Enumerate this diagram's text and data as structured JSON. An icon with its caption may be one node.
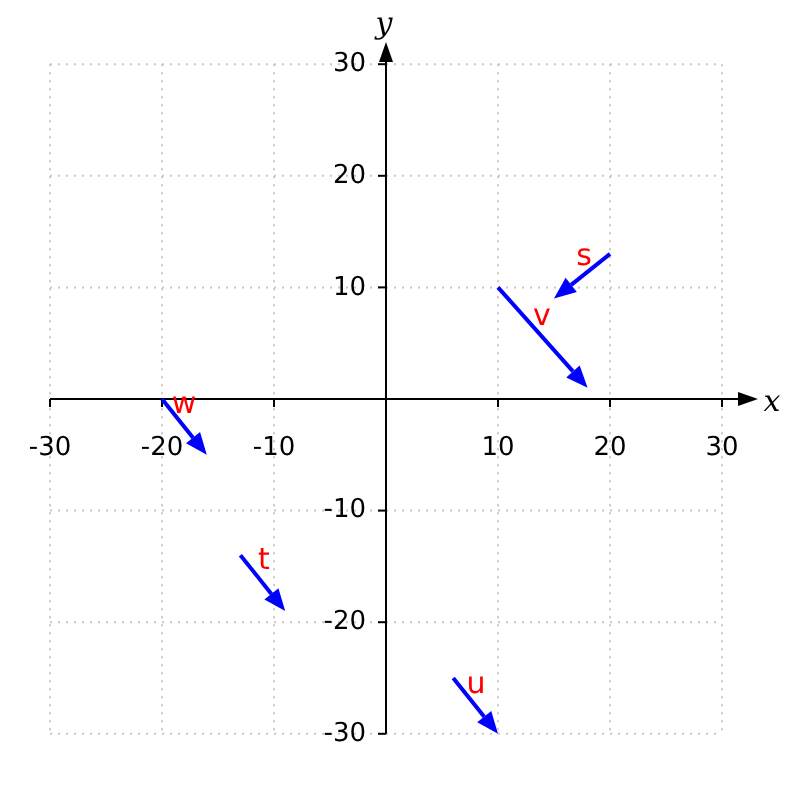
{
  "diagram": {
    "labels": [
      "y",
      "x",
      "-30",
      "-20",
      "-10",
      "10",
      "20",
      "30",
      "30",
      "20",
      "10",
      "-10",
      "-20",
      "-30",
      "s",
      "v",
      "w",
      "t",
      "u"
    ]
  }
}
